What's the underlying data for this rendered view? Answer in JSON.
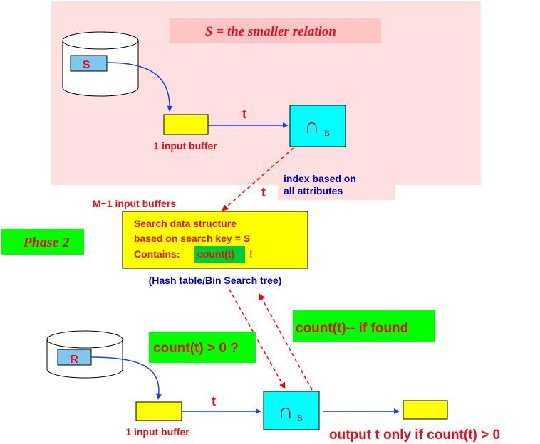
{
  "phase1": {
    "title": "S = the smaller relation",
    "disk_label": "S",
    "buffer_label": "1 input buffer",
    "edge_label": "t",
    "operator_symbol": "∩",
    "operator_subscript": "B"
  },
  "index_note": {
    "line1": "index based on",
    "line2": "all attributes"
  },
  "search_structure": {
    "edge_label": "t",
    "buffers_label": "M−1 input buffers",
    "line1": "Search data structure",
    "line2": "based on search key = S",
    "line3_prefix": "Contains:",
    "line3_highlight": "count(t)",
    "line3_suffix": "!",
    "caption": "(Hash table/Bin Search tree)"
  },
  "phase2": {
    "label": "Phase 2",
    "disk_label": "R",
    "buffer_label": "1 input buffer",
    "edge_label": "t",
    "operator_symbol": "∩",
    "operator_subscript": "B",
    "probe_label": "count(t) > 0 ?",
    "decrement_label": "count(t)-- if found",
    "output_label": "output t only if count(t) > 0"
  },
  "colors": {
    "phase1_bg": "#ffe0e0",
    "title_bg": "#ffc4c4",
    "note_bg": "#ffe0e0",
    "red_text": "#e8101a",
    "blue_text": "#0000cc",
    "disk_fill": "#7ec8ef",
    "buffer_fill": "#ffff00",
    "operator_fill": "#00ffff",
    "green_label": "#00ff00",
    "arrow_blue": "#1a3cff",
    "arrow_red": "#ff0000"
  }
}
